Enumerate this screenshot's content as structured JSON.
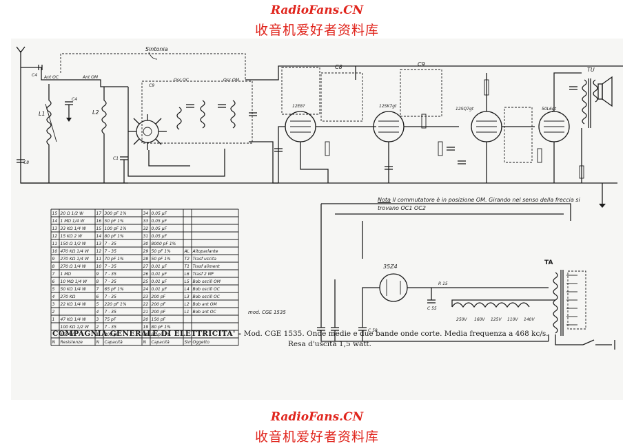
{
  "watermark": {
    "site": "RadioFans.CN",
    "subtitle": "收音机爱好者资料库"
  },
  "schematic": {
    "labels": {
      "antenna_trimmer": "Ant OC",
      "antenna_mw": "Ant OM",
      "sintonia": "Sintonia",
      "osc_sw": "Osc OC",
      "osc_mw": "Osc OM",
      "tube_1": "12E8?",
      "tube_2": "12SK7gt",
      "tube_3": "12SQ7gt",
      "tube_4": "50L6gt",
      "rectifier": "35Z4",
      "speaker": "TU",
      "transformer": "TA",
      "coil_l1": "L1",
      "coil_l2": "L2",
      "cap_c1": "C1",
      "cap_c8": "C8",
      "cap_c9": "C9",
      "cap_c58": "C 58",
      "cap_c55": "C 55",
      "res_r15": "R 15",
      "tap_labels": [
        "250V",
        "160V",
        "125V",
        "110V",
        "140V"
      ]
    },
    "parts_table": {
      "rows": [
        [
          "15",
          "20 Ω 1/2 W",
          "17",
          "300 pF 1%",
          "34",
          "0,05 µF",
          "",
          ""
        ],
        [
          "14",
          "1 MΩ 1/4 W",
          "16",
          "50 pF 1%",
          "33",
          "0,05 µF",
          "",
          ""
        ],
        [
          "13",
          "33 KΩ 1/4 W",
          "15",
          "100 pF 1%",
          "32",
          "0,05 µF",
          "",
          ""
        ],
        [
          "12",
          "15 KΩ 2 W",
          "14",
          "80 pF 1%",
          "31",
          "0,05 µF",
          "",
          ""
        ],
        [
          "11",
          "150 Ω 1/2 W",
          "13",
          "7 - 35",
          "30",
          "8000 pF 1%",
          "",
          ""
        ],
        [
          "10",
          "470 KΩ 1/4 W",
          "12",
          "7 - 35",
          "29",
          "50 pF 1%",
          "AL",
          "Altoparlante"
        ],
        [
          "9",
          "270 KΩ 1/4 W",
          "11",
          "70 pF 1%",
          "28",
          "50 pF 1%",
          "T2",
          "Trasf uscita"
        ],
        [
          "8",
          "270 Ω 1/4 W",
          "10",
          "7 - 35",
          "27",
          "0,01 µF",
          "T1",
          "Trasf aliment"
        ],
        [
          "7",
          "1 MΩ",
          "9",
          "7 - 35",
          "26",
          "0,01 µF",
          "L6",
          "Trasf 2 MF"
        ],
        [
          "6",
          "10 MΩ 1/4 W",
          "8",
          "7 - 35",
          "25",
          "0,01 µF",
          "L5",
          "Bob oscill OM"
        ],
        [
          "5",
          "50 KΩ 1/4 W",
          "7",
          "65 pF 1%",
          "24",
          "0,01 µF",
          "L4",
          "Bob oscill OC"
        ],
        [
          "4",
          "270 KΩ",
          "6",
          "7 - 35",
          "23",
          "200 pF",
          "L3",
          "Bob oscill OC"
        ],
        [
          "3",
          "22 KΩ 1/4 W",
          "5",
          "220 pF 1%",
          "22",
          "200 pF",
          "L2",
          "Bob ant OM"
        ],
        [
          "2",
          "",
          "4",
          "7 - 35",
          "21",
          "200 pF",
          "L1",
          "Bob ant OC"
        ],
        [
          "1",
          "47 KΩ 1/4 W",
          "3",
          "75 pF",
          "20",
          "150 pF",
          "",
          ""
        ],
        [
          "",
          "100 KΩ 1/2 W",
          "2",
          "7 - 35",
          "19",
          "80 pF 1%",
          "",
          ""
        ],
        [
          "",
          "150 KΩ",
          "1",
          "200 pF",
          "18",
          "80 pF 1%",
          "",
          ""
        ]
      ],
      "footer": [
        "N",
        "Resistenze",
        "N",
        "Capacità",
        "N",
        "Capacità",
        "Sim",
        "Oggetto"
      ]
    }
  },
  "note": {
    "prefix": "Nota",
    "text": "Il commutatore è in posizione OM. Girando nel senso della freccia si trovano OC1 OC2"
  },
  "model_tag": "mod. CGE 1535",
  "caption": {
    "brand": "COMPAGNIA GENERALE DI ELETTRICITA' -",
    "rest": "Mod. CGE 1535. Onde medie e due bande onde corte. Media frequenza a 468 kc/s.",
    "line2": "Resa d'uscita 1,5 watt."
  }
}
